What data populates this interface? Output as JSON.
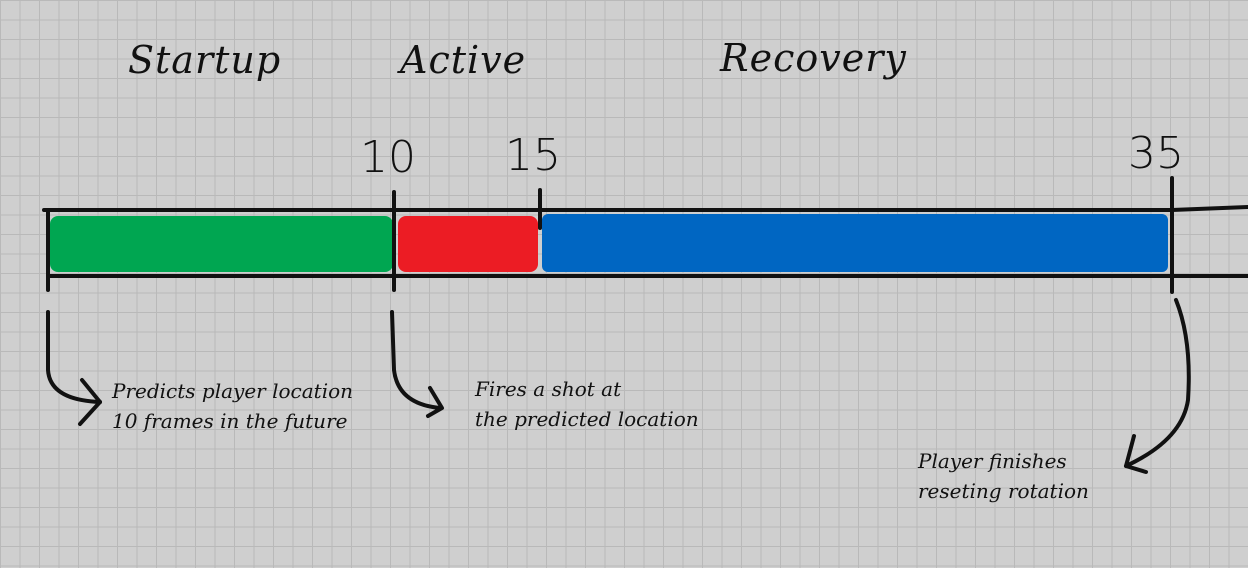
{
  "phases": {
    "startup": "Startup",
    "active": "Active",
    "recovery": "Recovery"
  },
  "ticks": {
    "t10": "10",
    "t15": "15",
    "t35": "35"
  },
  "notes": {
    "startup_line1": "Predicts player location",
    "startup_line2": "10 frames in the future",
    "active_line1": "Fires a shot at",
    "active_line2": "the predicted location",
    "recovery_line1": "Player finishes",
    "recovery_line2": "reseting rotation"
  },
  "colors": {
    "startup": "#00a651",
    "active": "#ec1c24",
    "recovery": "#0066c2",
    "ink": "#111111"
  }
}
